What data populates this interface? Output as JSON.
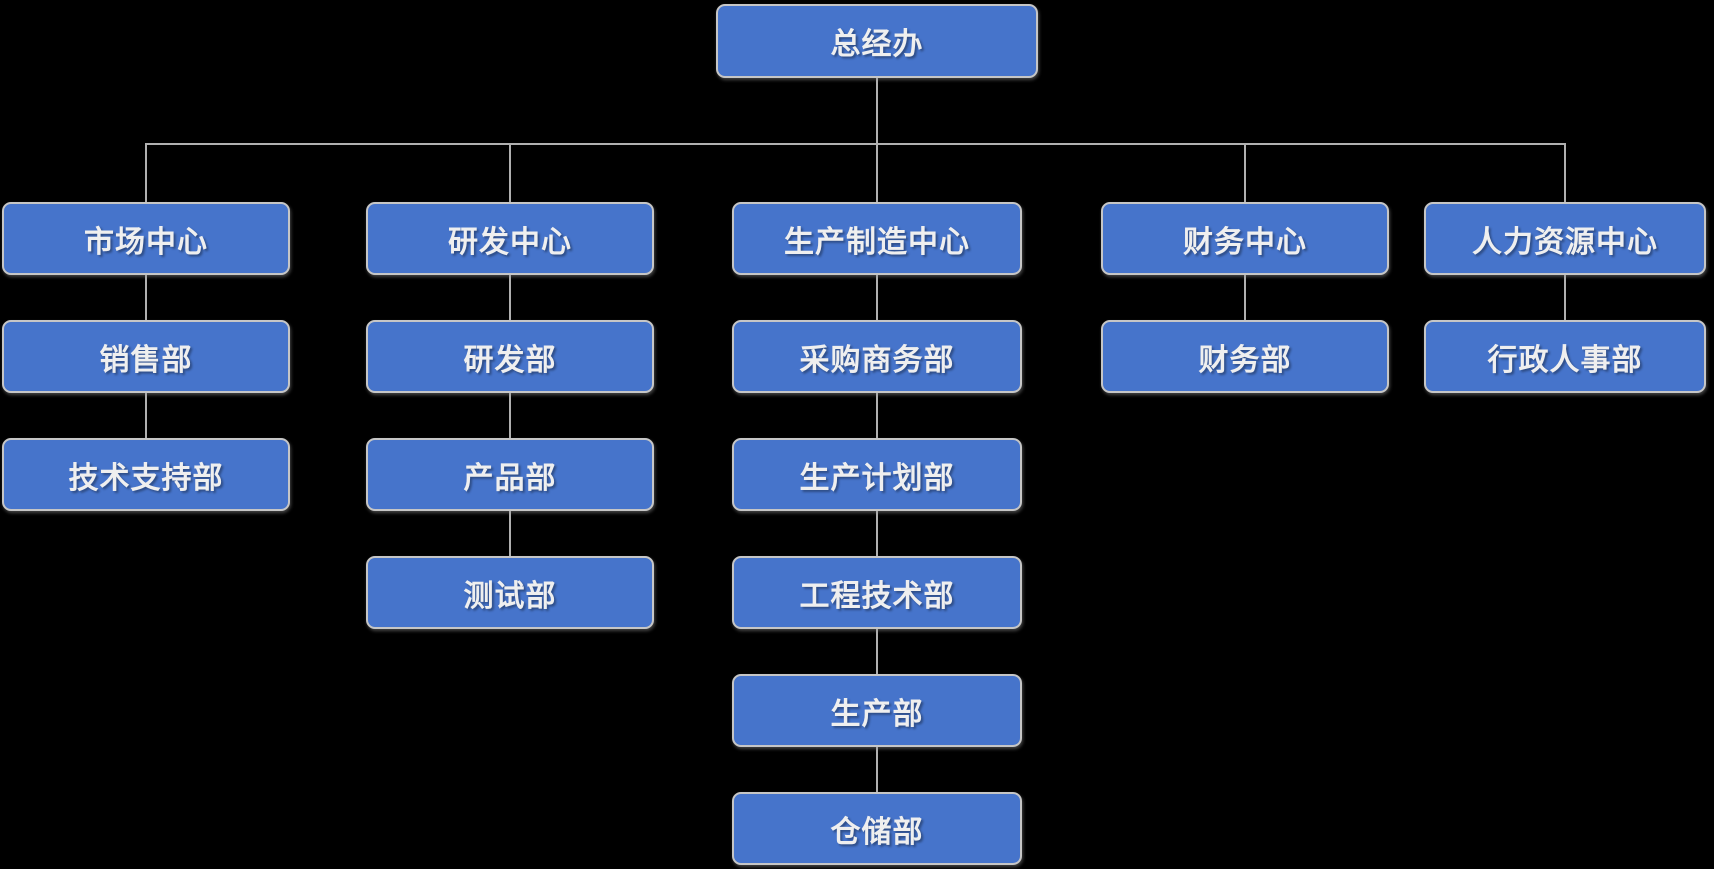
{
  "diagram": {
    "type": "org-chart",
    "root": "总经办",
    "columns": [
      {
        "center": "市场中心",
        "departments": [
          "销售部",
          "技术支持部"
        ]
      },
      {
        "center": "研发中心",
        "departments": [
          "研发部",
          "产品部",
          "测试部"
        ]
      },
      {
        "center": "生产制造中心",
        "departments": [
          "采购商务部",
          "生产计划部",
          "工程技术部",
          "生产部",
          "仓储部"
        ]
      },
      {
        "center": "财务中心",
        "departments": [
          "财务部"
        ]
      },
      {
        "center": "人力资源中心",
        "departments": [
          "行政人事部"
        ]
      }
    ]
  },
  "colors": {
    "background": "#000000",
    "node_fill": "#4674CB",
    "node_border": "#C6C6C6",
    "node_text": "#EFEFEF",
    "connector": "#B0B0B0"
  }
}
